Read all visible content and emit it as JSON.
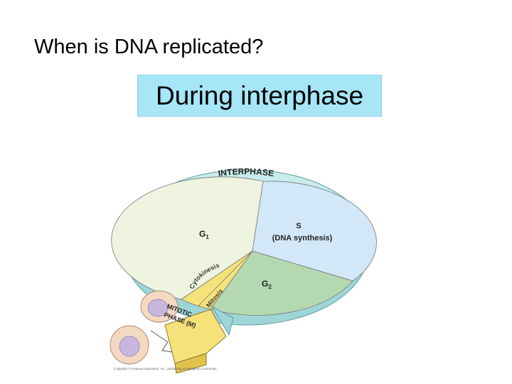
{
  "slide": {
    "title": "When is DNA replicated?",
    "answer": "During interphase"
  },
  "diagram": {
    "ring_label": "INTERPHASE",
    "phases": {
      "g1": {
        "letter": "G",
        "sub": "1"
      },
      "s": {
        "name": "S",
        "detail": "(DNA synthesis)"
      },
      "g2": {
        "letter": "G",
        "sub": "2"
      }
    },
    "mitotic": {
      "line1": "MITOTIC",
      "line2": "PHASE (M)",
      "cytokinesis": "Cytokinesis",
      "mitosis": "Mitosis"
    },
    "copyright": "Copyright © Pearson Education, Inc., publishing as Benjamin Cummings."
  },
  "colors": {
    "answer_bg": "#a6e6f6",
    "g1": "#eef4e0",
    "s": "#d2e8f8",
    "g2": "#b4d8b0",
    "mitotic": "#f6e27a",
    "ring_top": "#c8ecec",
    "ring_side": "#9ed6d8"
  }
}
